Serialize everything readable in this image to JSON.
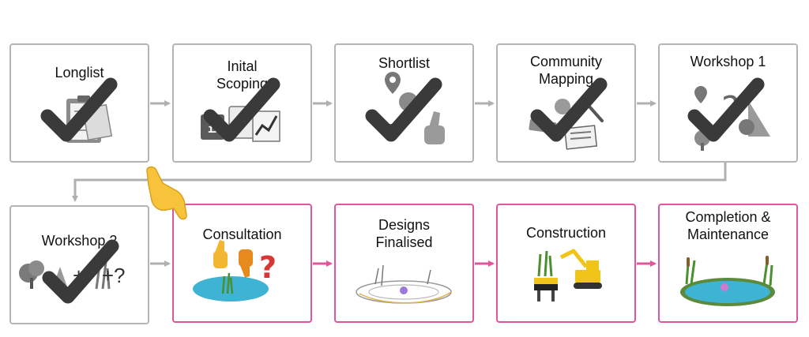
{
  "colors": {
    "done_border": "#b5b5b5",
    "pending_border": "#e0559b",
    "checkmark": "#3a3a3a",
    "done_arrow": "#b0b0b0",
    "pending_arrow": "#e0559b",
    "water": "#3fb3d3"
  },
  "pointer": {
    "icon": "pointing-hand-icon"
  },
  "steps": [
    {
      "label": "Longlist",
      "status": "done",
      "icon": "clipboard-list-icon"
    },
    {
      "label": "Inital\nScoping",
      "status": "done",
      "icon": "finance-chart-icon"
    },
    {
      "label": "Shortlist",
      "status": "done",
      "icon": "map-pin-thumbs-up-icon"
    },
    {
      "label": "Community\nMapping",
      "status": "done",
      "icon": "map-documents-icon"
    },
    {
      "label": "Workshop 1",
      "status": "done",
      "icon": "shapes-tree-icon"
    },
    {
      "label": "Workshop 2",
      "status": "done",
      "icon": "tree-plus-plants-icon",
      "formula": "+   +?"
    },
    {
      "label": "Consultation",
      "status": "pending",
      "icon": "thumbs-pond-question-icon"
    },
    {
      "label": "Designs\nFinalised",
      "status": "pending",
      "icon": "pond-sketch-icon"
    },
    {
      "label": "Construction",
      "status": "pending",
      "icon": "excavator-barrier-icon"
    },
    {
      "label": "Completion &\nMaintenance",
      "status": "pending",
      "icon": "finished-pond-icon"
    }
  ]
}
